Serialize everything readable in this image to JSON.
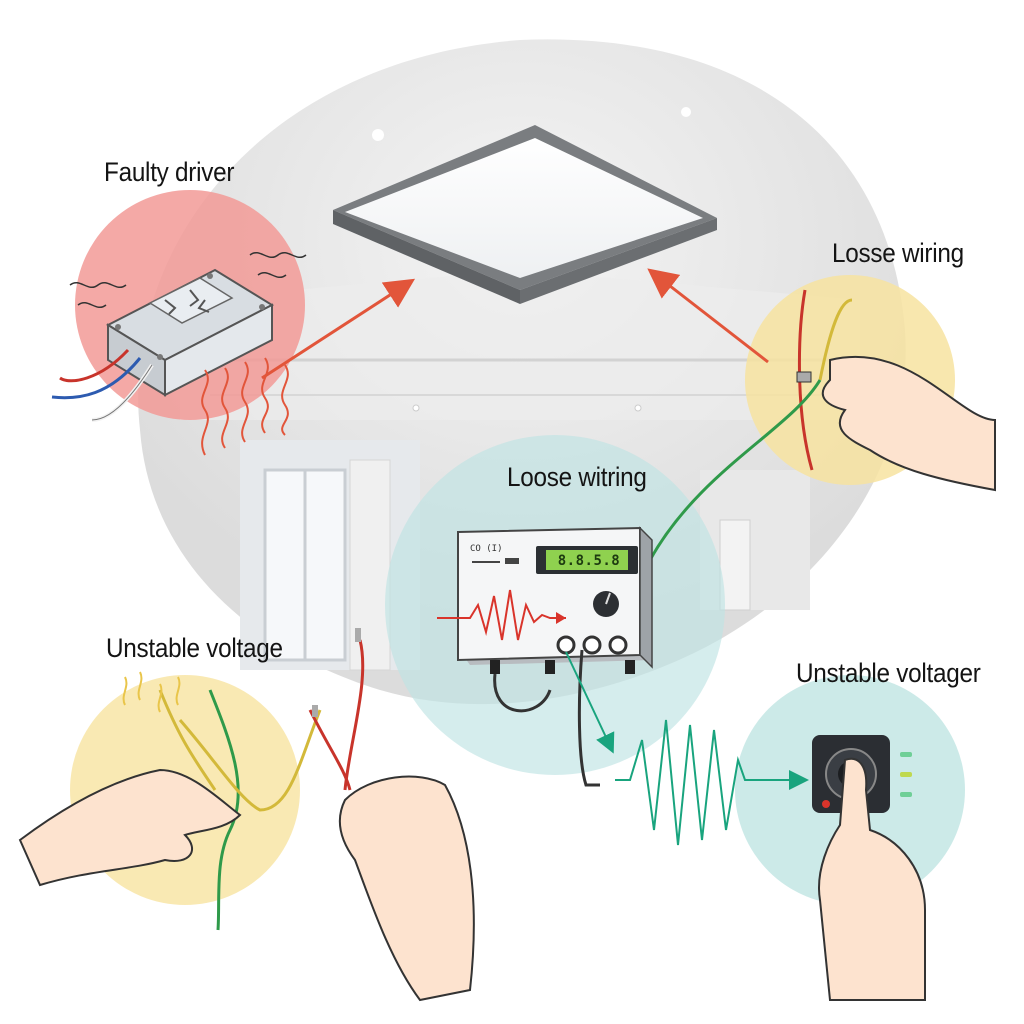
{
  "labels": {
    "faulty_driver": "Faulty driver",
    "loose_wiring_top": "Losse wiring",
    "loose_wiring_center": "Loose witring",
    "unstable_voltage_left": "Unstable voltage",
    "unstable_voltage_right": "Unstable voltager"
  },
  "meter": {
    "display": "8.8.5.8",
    "panel_marks": "CO (I)"
  },
  "colors": {
    "driver_zone": "#f29a96",
    "wiring_zone": "#f7e3a0",
    "meter_zone": "#bfe3e3",
    "voltage_zone": "#c7e8e6",
    "arrow": "#e2553a",
    "signal_red": "#d9342b",
    "signal_green": "#19a47e",
    "lcd": "#8fd14f"
  },
  "icons": [
    "ceiling-panel-light-icon",
    "led-driver-icon",
    "heat-wave-icon",
    "multimeter-icon",
    "dimmer-dial-icon",
    "hand-icon",
    "wire-icon"
  ]
}
